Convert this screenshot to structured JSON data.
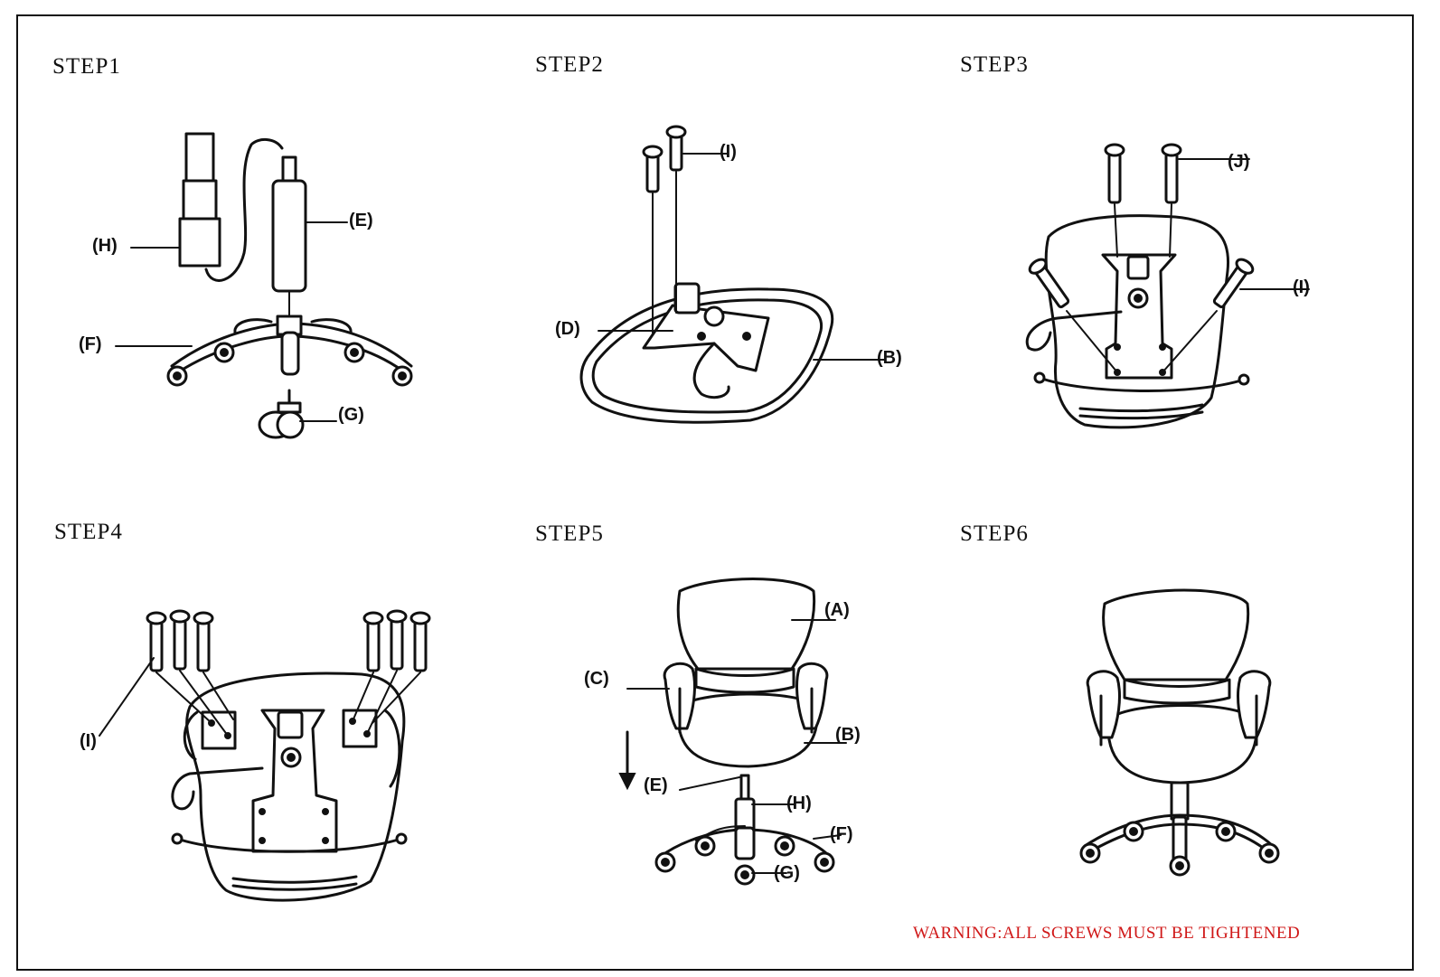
{
  "steps": [
    {
      "title": "STEP1",
      "labels": {
        "H": "(H)",
        "E": "(E)",
        "F": "(F)",
        "G": "(G)"
      }
    },
    {
      "title": "STEP2",
      "labels": {
        "I": "(I)",
        "D": "(D)",
        "B": "(B)"
      }
    },
    {
      "title": "STEP3",
      "labels": {
        "J": "(J)",
        "I": "(I)"
      }
    },
    {
      "title": "STEP4",
      "labels": {
        "I": "(I)"
      }
    },
    {
      "title": "STEP5",
      "labels": {
        "A": "(A)",
        "C": "(C)",
        "B": "(B)",
        "E": "(E)",
        "H": "(H)",
        "F": "(F)",
        "G": "(G)"
      }
    },
    {
      "title": "STEP6",
      "labels": {}
    }
  ],
  "warning": "WARNING:ALL SCREWS MUST BE TIGHTENED",
  "colors": {
    "ink": "#111111",
    "warning": "#d01818",
    "paper": "#ffffff"
  }
}
